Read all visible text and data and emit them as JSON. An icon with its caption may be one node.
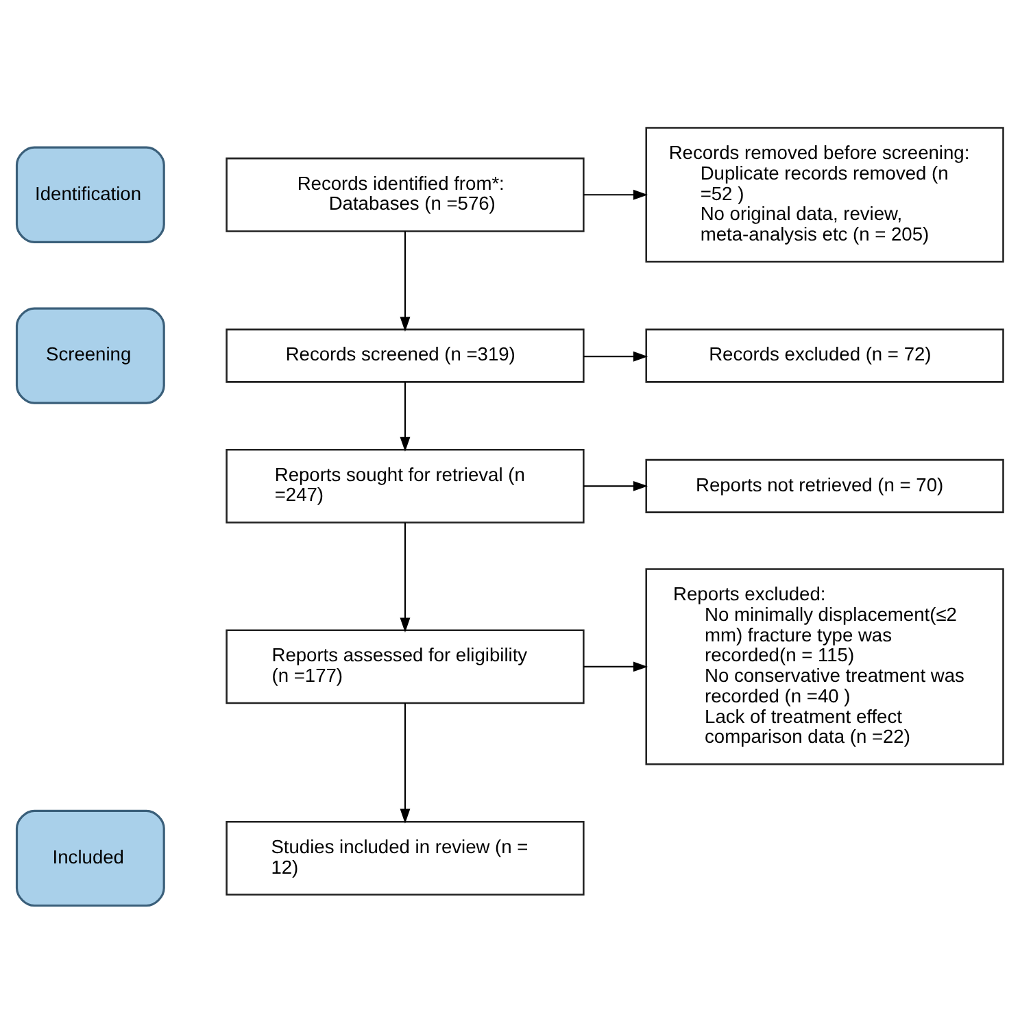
{
  "diagram": {
    "nodes": [
      {
        "text": [
          "Identification"
        ]
      },
      {
        "text": [
          "Records identified from*:",
          "Databases (n =576)"
        ]
      },
      {
        "text": [
          "Records removed before screening:",
          "Duplicate records removed (n =52 )",
          "No original data, review, meta-analysis etc (n = 205)"
        ]
      },
      {
        "text": [
          "Screening"
        ]
      },
      {
        "text": [
          "Records screened (n =319)"
        ]
      },
      {
        "text": [
          "Records excluded (n = 72)"
        ]
      },
      {
        "text": [
          "Reports sought for retrieval (n =247)"
        ]
      },
      {
        "text": [
          "Reports not retrieved (n = 70)"
        ]
      },
      {
        "text": [
          "Reports assessed for eligibility (n =177)"
        ]
      },
      {
        "text": [
          "Reports excluded:",
          "No minimally displacement(≤2 mm) fracture type was recorded(n = 115)",
          "No conservative treatment was recorded (n =40 )",
          "Lack of treatment effect comparison data (n =22)"
        ]
      },
      {
        "text": [
          "Included"
        ]
      },
      {
        "text": [
          "Studies included in review (n = 12)"
        ]
      }
    ],
    "edges": [
      {
        "from": 1,
        "to": 2,
        "arrow": "to"
      },
      {
        "from": 1,
        "to": 4,
        "arrow": "to"
      },
      {
        "from": 4,
        "to": 5,
        "arrow": "to"
      },
      {
        "from": 4,
        "to": 6,
        "arrow": "to"
      },
      {
        "from": 6,
        "to": 7,
        "arrow": "to"
      },
      {
        "from": 6,
        "to": 8,
        "arrow": "to"
      },
      {
        "from": 8,
        "to": 9,
        "arrow": "to"
      },
      {
        "from": 8,
        "to": 11,
        "arrow": "to"
      }
    ]
  }
}
